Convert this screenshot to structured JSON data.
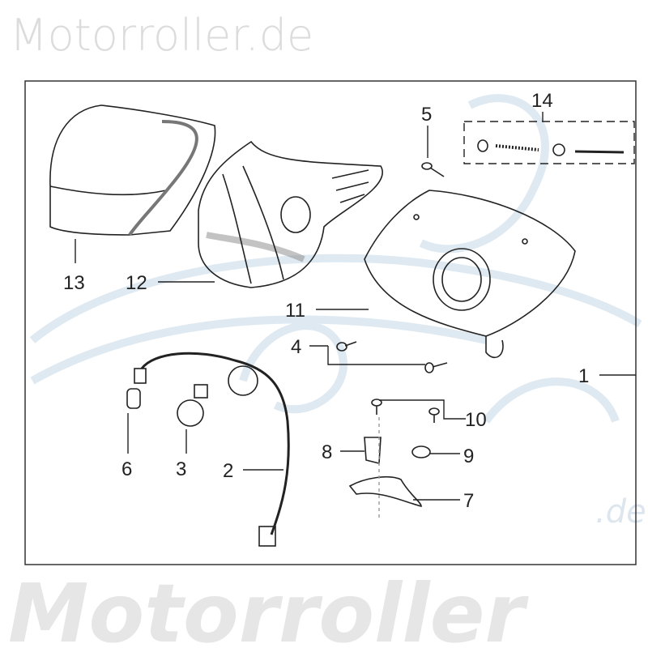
{
  "watermark": {
    "top_text": "Motorroller.de",
    "bottom_text": "Motorroller",
    "bottom_suffix": ".de"
  },
  "diagram": {
    "frame_color": "#333333",
    "watermark_color": "#dcdcdc",
    "swoosh_color": "#d6e4ef",
    "callouts": [
      {
        "id": "1",
        "label": "1"
      },
      {
        "id": "2",
        "label": "2"
      },
      {
        "id": "3",
        "label": "3"
      },
      {
        "id": "4",
        "label": "4"
      },
      {
        "id": "5",
        "label": "5"
      },
      {
        "id": "6",
        "label": "6"
      },
      {
        "id": "7",
        "label": "7"
      },
      {
        "id": "8",
        "label": "8"
      },
      {
        "id": "9",
        "label": "9"
      },
      {
        "id": "10",
        "label": "10"
      },
      {
        "id": "11",
        "label": "11"
      },
      {
        "id": "12",
        "label": "12"
      },
      {
        "id": "13",
        "label": "13"
      },
      {
        "id": "14",
        "label": "14"
      }
    ]
  }
}
